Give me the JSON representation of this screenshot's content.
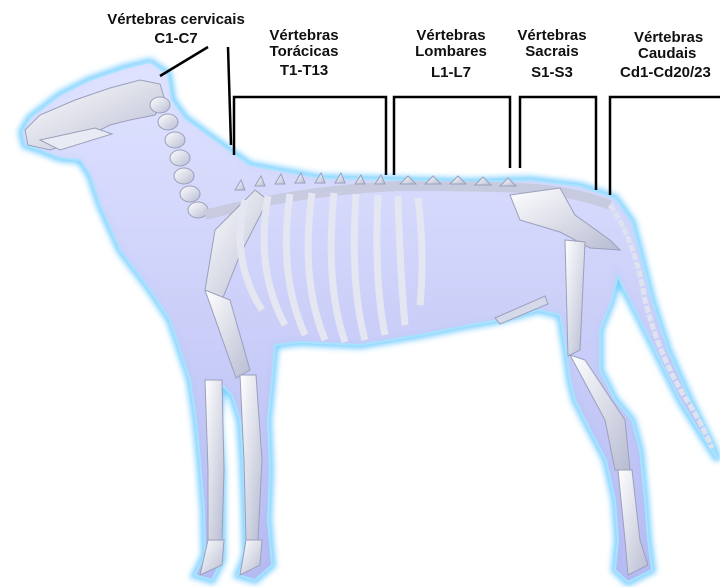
{
  "labels": {
    "cervical": {
      "name": "Vértebras cervicais",
      "range": "C1-C7"
    },
    "thoracic": {
      "name1": "Vértebras",
      "name2": "Torácicas",
      "range": "T1-T13"
    },
    "lumbar": {
      "name1": "Vértebras",
      "name2": "Lombares",
      "range": "L1-L7"
    },
    "sacral": {
      "name1": "Vértebras",
      "name2": "Sacrais",
      "range": "S1-S3"
    },
    "caudal": {
      "name1": "Vértebras",
      "name2": "Caudais",
      "range": "Cd1-Cd20/23"
    }
  },
  "colors": {
    "bone": "#eef0f6",
    "bone_shadow": "#b9bdd3",
    "body_fill": "#c9cdf7",
    "outline_glow": "#8fd3ff",
    "bracket": "#000000"
  }
}
